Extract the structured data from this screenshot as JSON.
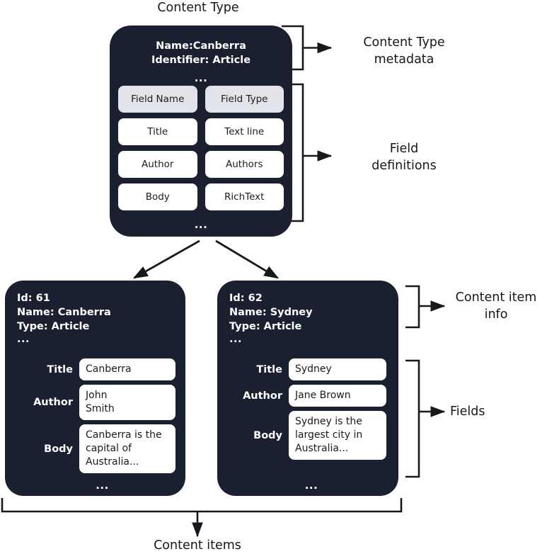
{
  "diagram": {
    "top_caption": "Content Type",
    "bottom_caption": "Content items"
  },
  "content_type_card": {
    "name_line": "Name:Canberra",
    "identifier_line": "Identifier: Article",
    "ellipsis": "...",
    "footer_ellipsis": "...",
    "table": {
      "headers": [
        "Field Name",
        "Field Type"
      ],
      "rows": [
        [
          "Title",
          "Text line"
        ],
        [
          "Author",
          "Authors"
        ],
        [
          "Body",
          "RichText"
        ]
      ]
    }
  },
  "content_items": [
    {
      "id_line": "Id: 61",
      "name_line": "Name: Canberra",
      "type_line": "Type: Article",
      "ellipsis": "...",
      "footer_ellipsis": "...",
      "fields": [
        {
          "label": "Title",
          "value": "Canberra"
        },
        {
          "label": "Author",
          "value": "John\nSmith"
        },
        {
          "label": "Body",
          "value": "Canberra is the\ncapital of\nAustralia..."
        }
      ]
    },
    {
      "id_line": "Id: 62",
      "name_line": "Name: Sydney",
      "type_line": "Type: Article",
      "ellipsis": "...",
      "footer_ellipsis": "...",
      "fields": [
        {
          "label": "Title",
          "value": "Sydney"
        },
        {
          "label": "Author",
          "value": "Jane Brown"
        },
        {
          "label": "Body",
          "value": "Sydney is the\nlargest city in\nAustralia..."
        }
      ]
    }
  ],
  "annotations": {
    "content_type_metadata": "Content Type\nmetadata",
    "field_definitions": "Field\ndefinitions",
    "content_item_info": "Content item\ninfo",
    "fields": "Fields"
  },
  "colors": {
    "card_bg": "#1a2030",
    "chip_bg": "#ffffff",
    "chip_header_bg": "#e2e4ea",
    "text_on_card": "#ffffff",
    "text_dark": "#17181c",
    "page_bg": "#ffffff"
  }
}
